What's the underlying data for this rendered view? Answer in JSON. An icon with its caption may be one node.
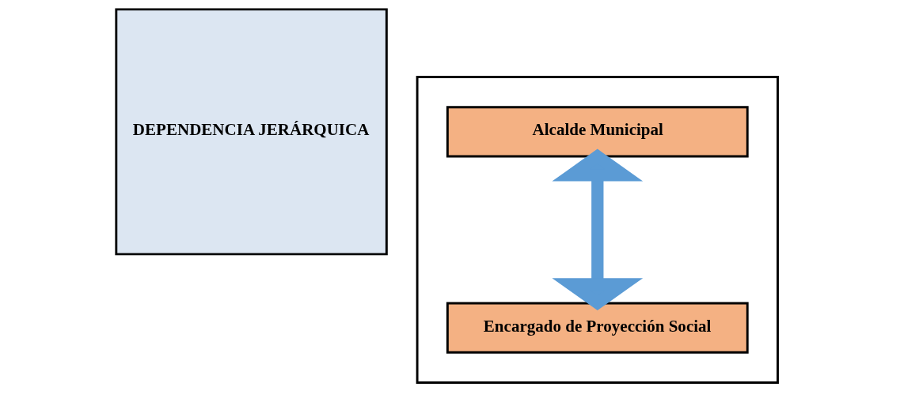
{
  "diagram": {
    "nodes": [
      {
        "text": [
          "DEPENDENCIA JERÁRQUICA"
        ]
      },
      {
        "text": [],
        "shape": "box"
      },
      {
        "text": [
          "Alcalde Municipal"
        ],
        "in": 1
      },
      {
        "text": [
          "Encargado de Proyección Social"
        ],
        "in": 1
      }
    ],
    "edges": [
      {
        "from": 2,
        "to": 3,
        "arrow": "both",
        "color": "#5b9bd5"
      }
    ]
  }
}
